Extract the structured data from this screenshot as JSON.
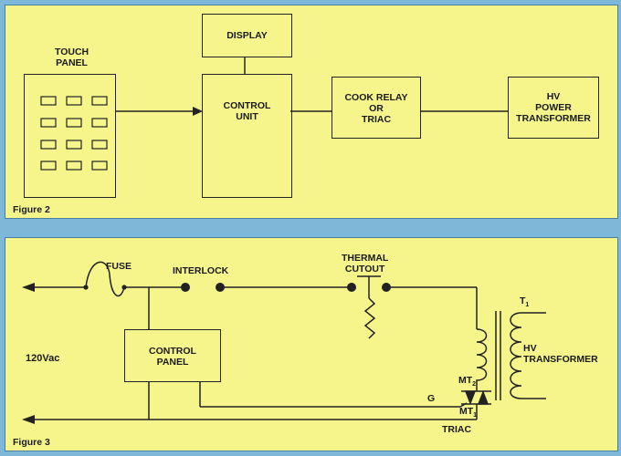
{
  "figure2": {
    "caption": "Figure 2",
    "touch_panel": [
      "TOUCH",
      "PANEL"
    ],
    "display": "DISPLAY",
    "control_unit": [
      "CONTROL",
      "UNIT"
    ],
    "cook_relay": [
      "COOK RELAY",
      "OR",
      "TRIAC"
    ],
    "hv_power_transformer": [
      "HV",
      "POWER",
      "TRANSFORMER"
    ]
  },
  "figure3": {
    "caption": "Figure 3",
    "fuse": "FUSE",
    "interlock": "INTERLOCK",
    "thermal_cutout": [
      "THERMAL",
      "CUTOUT"
    ],
    "voltage": "120Vac",
    "control_panel": [
      "CONTROL",
      "PANEL"
    ],
    "t1": "T",
    "t1_sub": "1",
    "hv_transformer": [
      "HV",
      "TRANSFORMER"
    ],
    "mt2": "MT",
    "mt2_sub": "2",
    "mt1": "MT",
    "mt1_sub": "1",
    "gate": "G",
    "triac": "TRIAC"
  }
}
